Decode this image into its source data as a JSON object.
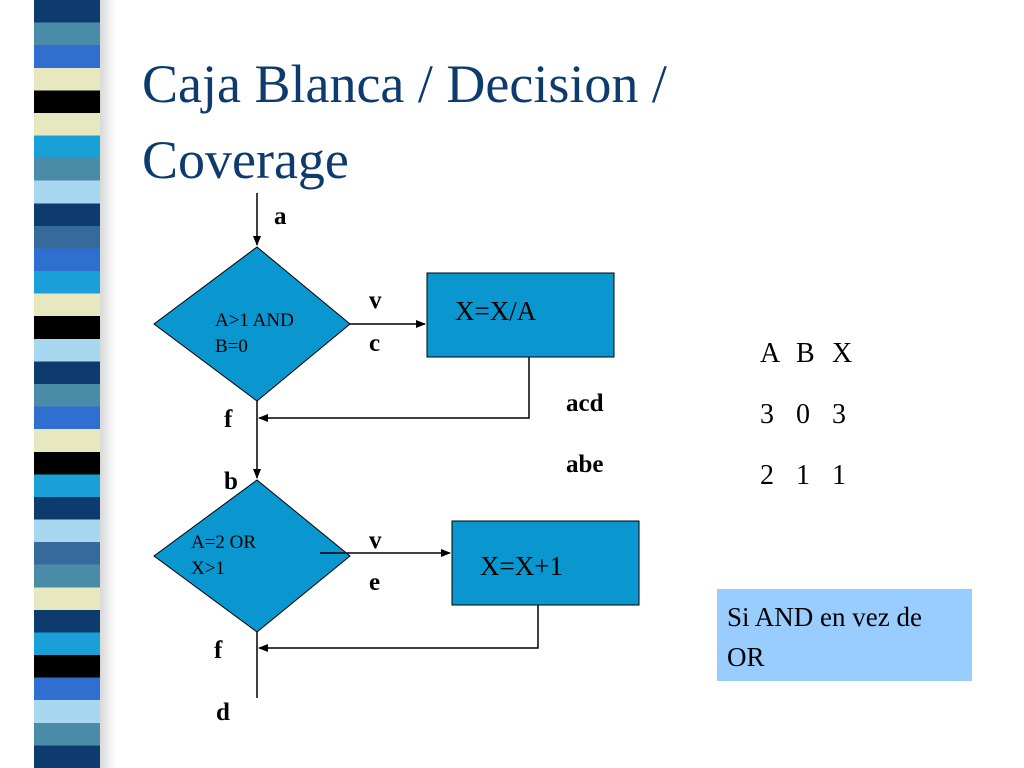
{
  "slide": {
    "title": "Caja Blanca / Decision  /\nCoverage"
  },
  "diagram": {
    "entry_label": "a",
    "decision1": {
      "condition": "A>1 AND\nB=0",
      "true_label": "v",
      "branch_label": "c",
      "false_label": "f"
    },
    "process1": {
      "text": "X=X/A"
    },
    "join_label": "b",
    "decision2": {
      "condition": "A=2 OR\nX>1",
      "true_label": "v",
      "branch_label": "e",
      "false_label": "f"
    },
    "process2": {
      "text": "X=X+1"
    },
    "exit_label": "d",
    "paths": [
      "acd",
      "abe"
    ]
  },
  "test_table": {
    "headers": [
      "A",
      "B",
      "X"
    ],
    "rows": [
      [
        "3",
        "0",
        "3"
      ],
      [
        "2",
        "1",
        "1"
      ]
    ]
  },
  "note": {
    "text": "Si AND en vez de OR"
  },
  "colors": {
    "title": "#0d3b6e",
    "shape_fill": "#0a96cf",
    "note_fill": "#99ccff",
    "stripes": [
      "#0d3b6e",
      "#4a8ca8",
      "#2f6fd0",
      "#e8e8c0",
      "#000000",
      "#1aa0d8",
      "#a8d8f0",
      "#356a9a"
    ]
  }
}
